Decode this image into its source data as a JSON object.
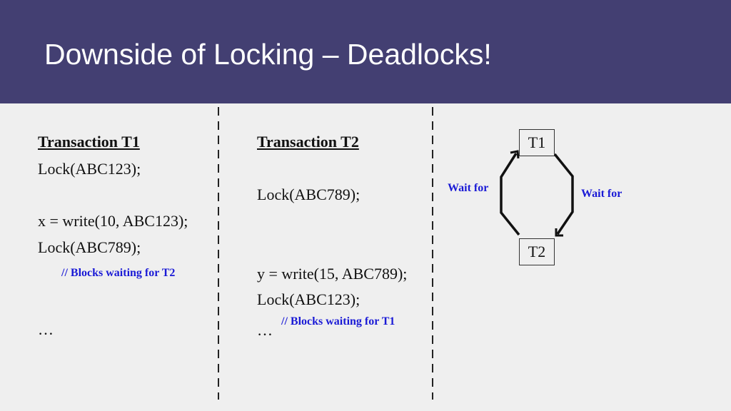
{
  "slide": {
    "title": "Downside of Locking – Deadlocks!"
  },
  "t1": {
    "heading": "Transaction T1",
    "lines": [
      "Lock(ABC123);",
      "x = write(10, ABC123);",
      "Lock(ABC789);",
      "…"
    ],
    "comment": "// Blocks waiting for T2"
  },
  "t2": {
    "heading": "Transaction T2",
    "lines": [
      "Lock(ABC789);",
      "y = write(15, ABC789);",
      "Lock(ABC123);",
      "…"
    ],
    "comment": "// Blocks waiting for T1"
  },
  "graph": {
    "node_top": "T1",
    "node_bottom": "T2",
    "edge_left_label": "Wait for",
    "edge_right_label": "Wait for"
  },
  "colors": {
    "header": "#433f72",
    "background": "#efefef",
    "annotation": "#1a1ad6"
  }
}
